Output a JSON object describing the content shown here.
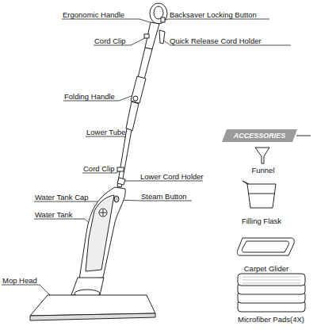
{
  "diagram": {
    "nodes": [
      {
        "text": [
          "ACCESSORIES"
        ]
      }
    ],
    "labels": [
      "Ergonomic Handle",
      "Backsaver Locking Button",
      "Quick Release Cord Holder",
      "Cord Clip",
      "Folding Handle",
      "Lower Tube",
      "Cord Clip",
      "Lower Cord Holder",
      "Steam Button",
      "Water Tank Cap",
      "Water Tank",
      "Mop Head",
      "Funnel",
      "Filling Flask",
      "Carpet Glider",
      "Microfiber Pads(4X)"
    ]
  }
}
